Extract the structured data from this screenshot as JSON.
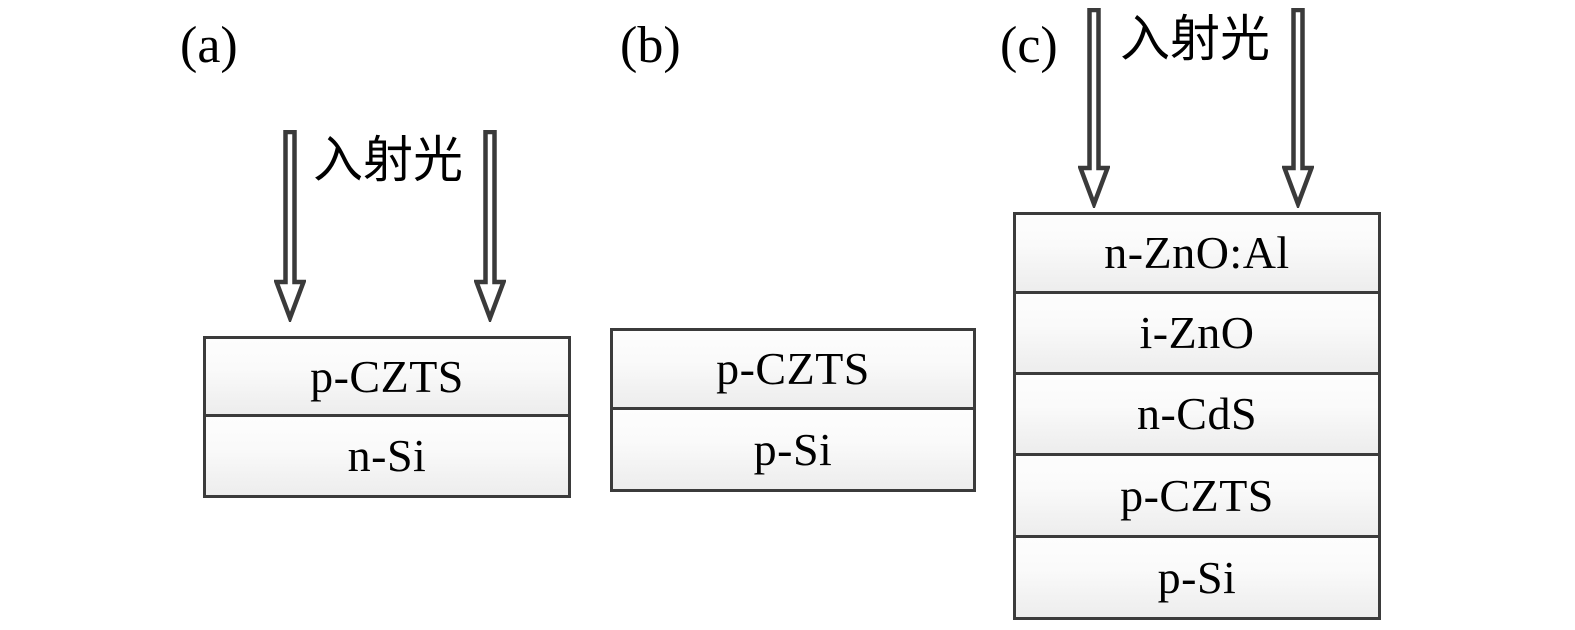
{
  "figure": {
    "background_color": "#ffffff",
    "border_color": "#3b3b3b",
    "arrow_color": "#3a3a3a",
    "text_color": "#000000"
  },
  "panels": [
    {
      "id": "a",
      "label": "(a)",
      "light_caption": "入射光",
      "has_arrows": true,
      "arrow_count": 2,
      "layers": [
        {
          "name": "p-CZTS"
        },
        {
          "name": "n-Si"
        }
      ]
    },
    {
      "id": "b",
      "label": "(b)",
      "light_caption": "",
      "has_arrows": false,
      "arrow_count": 0,
      "layers": [
        {
          "name": "p-CZTS"
        },
        {
          "name": "p-Si"
        }
      ]
    },
    {
      "id": "c",
      "label": "(c)",
      "light_caption": "入射光",
      "has_arrows": true,
      "arrow_count": 2,
      "layers": [
        {
          "name": "n-ZnO:Al"
        },
        {
          "name": "i-ZnO"
        },
        {
          "name": "n-CdS"
        },
        {
          "name": "p-CZTS"
        },
        {
          "name": "p-Si"
        }
      ]
    }
  ]
}
